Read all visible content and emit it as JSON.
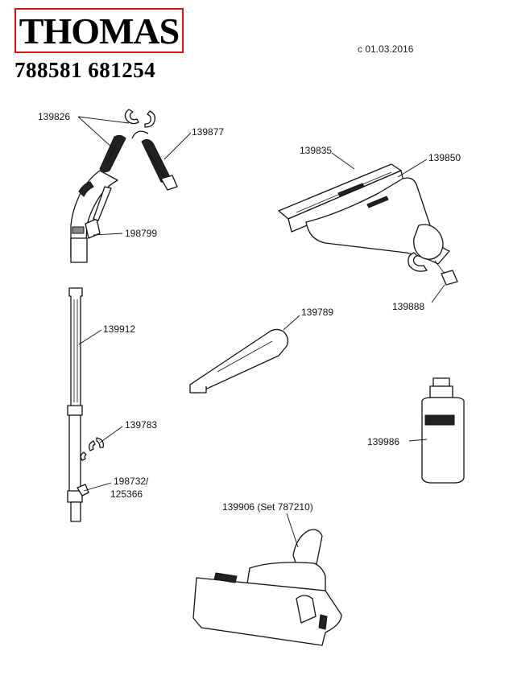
{
  "header": {
    "brand": "THOMAS",
    "model_numbers": "788581 681254",
    "date": "c 01.03.2016"
  },
  "parts": [
    {
      "id": "139826"
    },
    {
      "id": "139877"
    },
    {
      "id": "198799"
    },
    {
      "id": "139912"
    },
    {
      "id": "139783"
    },
    {
      "id": "198732/"
    },
    {
      "id": "125366"
    },
    {
      "id": "139835"
    },
    {
      "id": "139850"
    },
    {
      "id": "139888"
    },
    {
      "id": "139789"
    },
    {
      "id": "139986"
    },
    {
      "id": "139906 (Set 787210)"
    }
  ],
  "colors": {
    "logo_border": "#dd1111",
    "line": "#111111"
  }
}
